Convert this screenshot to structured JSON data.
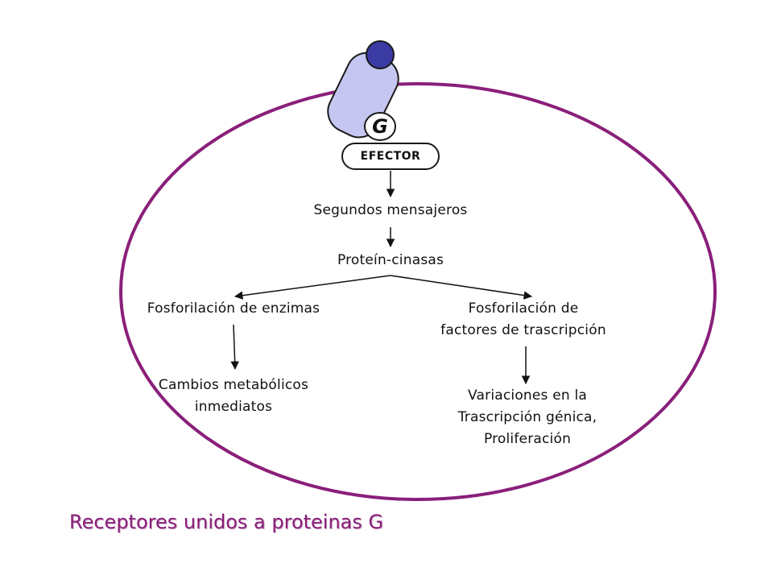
{
  "colors": {
    "cell_outline": "#8a1f7a",
    "receptor_fill": "#c6c6f2",
    "ligand_fill": "#3b3ba4",
    "text": "#111111",
    "caption": "#8a1f7a"
  },
  "nodes": {
    "g_protein": "G",
    "effector": "EFECTOR",
    "second_messengers": "Segundos mensajeros",
    "protein_kinases": "Proteín-cinasas",
    "enzyme_phosphorylation": "Fosforilación de enzimas",
    "tf_phosphorylation_1": "Fosforilación de",
    "tf_phosphorylation_2": "factores de trascripción",
    "metabolic_changes_1": "Cambios metabólicos",
    "metabolic_changes_2": "inmediatos",
    "transcription_changes_1": "Variaciones en la",
    "transcription_changes_2": "Trascripción génica,",
    "transcription_changes_3": "Proliferación"
  },
  "caption": "Receptores unidos a proteinas G"
}
